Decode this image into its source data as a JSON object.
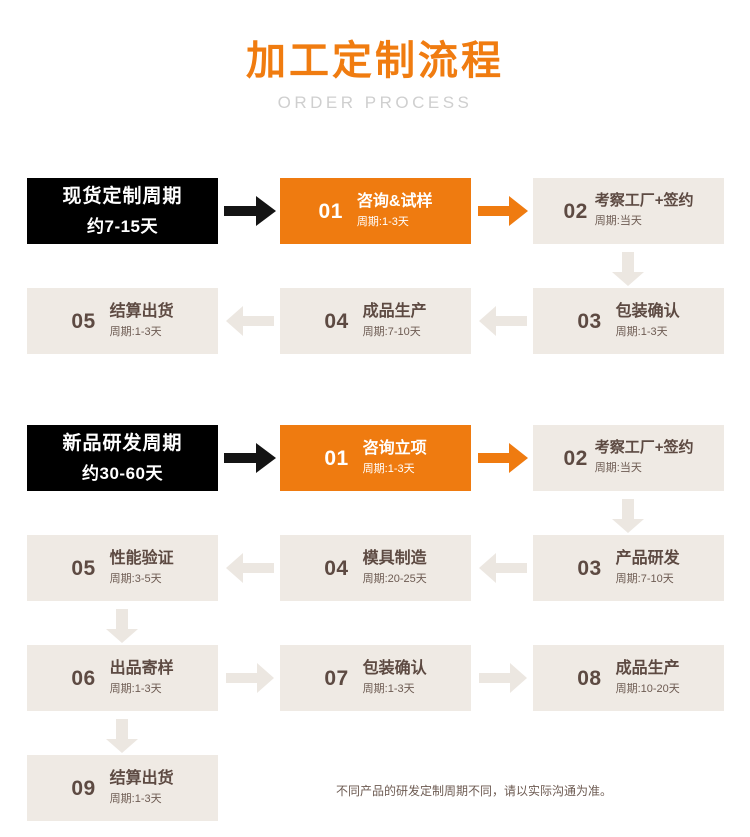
{
  "header": {
    "title_cn": "加工定制流程",
    "title_en": "ORDER PROCESS",
    "title_color": "#f07c10",
    "subtitle_color": "#cfcfcf"
  },
  "colors": {
    "black_box": "#000000",
    "orange_box": "#ef7b10",
    "beige_box": "#efeae4",
    "brown_text": "#5d4a42",
    "arrow_black": "#141414",
    "arrow_orange": "#ef7b10",
    "arrow_beige": "#ece7e1"
  },
  "section1": {
    "headline": {
      "title": "现货定制周期",
      "duration": "约7-15天"
    },
    "steps": [
      {
        "num": "01",
        "label": "咨询&试样",
        "duration": "周期:1-3天",
        "style": "orange"
      },
      {
        "num": "02",
        "label": "考察工厂+签约",
        "duration": "周期:当天",
        "style": "beige"
      },
      {
        "num": "03",
        "label": "包装确认",
        "duration": "周期:1-3天",
        "style": "beige"
      },
      {
        "num": "04",
        "label": "成品生产",
        "duration": "周期:7-10天",
        "style": "beige"
      },
      {
        "num": "05",
        "label": "结算出货",
        "duration": "周期:1-3天",
        "style": "beige"
      }
    ]
  },
  "section2": {
    "headline": {
      "title": "新品研发周期",
      "duration": "约30-60天"
    },
    "steps": [
      {
        "num": "01",
        "label": "咨询立项",
        "duration": "周期:1-3天",
        "style": "orange"
      },
      {
        "num": "02",
        "label": "考察工厂+签约",
        "duration": "周期:当天",
        "style": "beige"
      },
      {
        "num": "03",
        "label": "产品研发",
        "duration": "周期:7-10天",
        "style": "beige"
      },
      {
        "num": "04",
        "label": "模具制造",
        "duration": "周期:20-25天",
        "style": "beige"
      },
      {
        "num": "05",
        "label": "性能验证",
        "duration": "周期:3-5天",
        "style": "beige"
      },
      {
        "num": "06",
        "label": "出品寄样",
        "duration": "周期:1-3天",
        "style": "beige"
      },
      {
        "num": "07",
        "label": "包装确认",
        "duration": "周期:1-3天",
        "style": "beige"
      },
      {
        "num": "08",
        "label": "成品生产",
        "duration": "周期:10-20天",
        "style": "beige"
      },
      {
        "num": "09",
        "label": "结算出货",
        "duration": "周期:1-3天",
        "style": "beige"
      }
    ]
  },
  "footnote": "不同产品的研发定制周期不同，请以实际沟通为准。"
}
